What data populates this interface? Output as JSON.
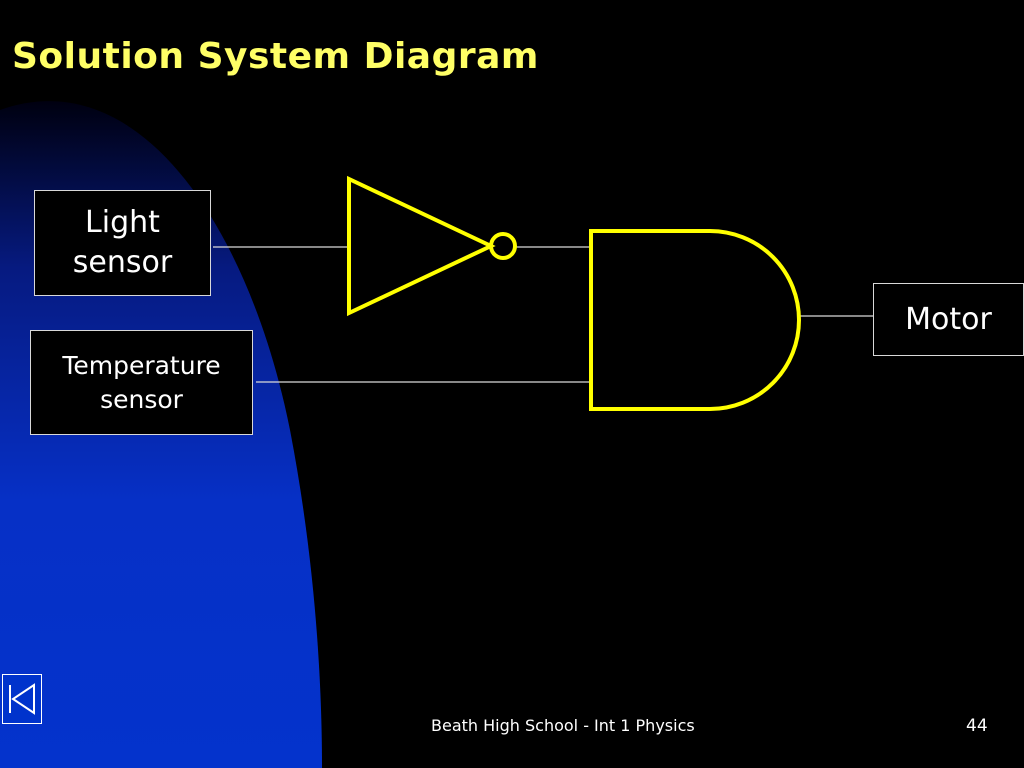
{
  "slide": {
    "title": "Solution System Diagram",
    "footer": "Beath High School - Int 1 Physics",
    "page_number": "44"
  },
  "boxes": {
    "light_sensor": "Light\nsensor",
    "temperature_sensor": "Temperature\nsensor",
    "motor": "Motor"
  },
  "gates": [
    "NOT",
    "AND"
  ],
  "colors": {
    "background": "#000000",
    "accent_blue": "#0033cc",
    "title": "#ffff66",
    "gate_stroke": "#ffff00",
    "wire": "#d9d9d9",
    "text": "#ffffff"
  },
  "icons": {
    "nav_button": "skip-to-start-icon"
  }
}
